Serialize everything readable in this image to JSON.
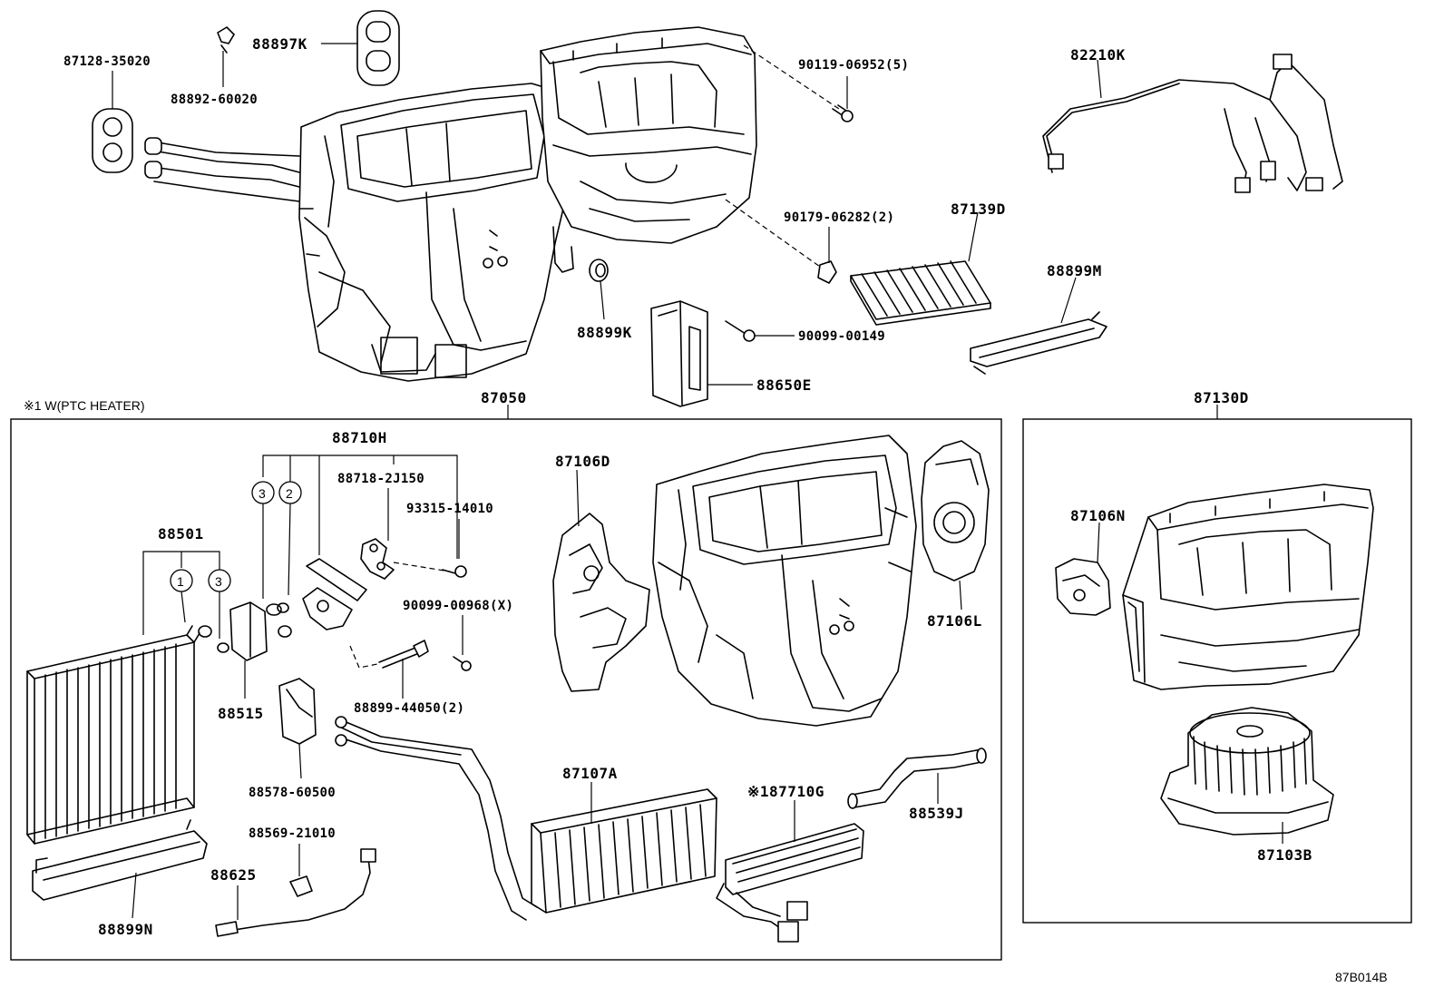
{
  "diagram": {
    "code": "87B014B",
    "note": "※1 W(PTC HEATER)",
    "groups": {
      "main_unit": "87050",
      "blower_assy": "87130D",
      "fitting_set": "88710H"
    },
    "parts": {
      "p87128_35020": "87128-35020",
      "p88892_60020": "88892-60020",
      "p88897K": "88897K",
      "p90119_06952": "90119-06952(5)",
      "p82210K": "82210K",
      "p90179_06282": "90179-06282(2)",
      "p87139D": "87139D",
      "p88899M": "88899M",
      "p88899K": "88899K",
      "p90099_00149": "90099-00149",
      "p88650E": "88650E",
      "p88718_2J150": "88718-2J150",
      "p93315_14010": "93315-14010",
      "p87106D": "87106D",
      "p87106L": "87106L",
      "p87106N": "87106N",
      "p88501": "88501",
      "p90099_00968": "90099-00968(X)",
      "p88515": "88515",
      "p88899_44050": "88899-44050(2)",
      "p88578_60500": "88578-60500",
      "p87107A": "87107A",
      "p87710G": "※187710G",
      "p88539J": "88539J",
      "p88569_21010": "88569-21010",
      "p88625": "88625",
      "p88899N": "88899N",
      "p87103B": "87103B"
    },
    "callouts": {
      "c1a": "3",
      "c1b": "2",
      "c2a": "1",
      "c2b": "3"
    }
  }
}
